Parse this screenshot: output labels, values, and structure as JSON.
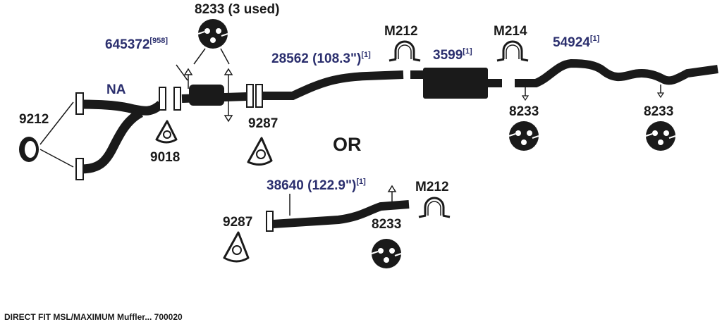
{
  "labels": {
    "hanger_top": "8233 (3 used)",
    "converter_part": "645372",
    "converter_sup": "[958]",
    "na": "NA",
    "y_flange_gasket": "9212",
    "gasket_9018": "9018",
    "gasket_9287_top": "9287",
    "intermediate_pipe": "28562 (108.3\")",
    "intermediate_sup": "[1]",
    "clamp_m212_top": "M212",
    "muffler_part": "3599",
    "muffler_sup": "[1]",
    "clamp_m214": "M214",
    "tailpipe_part": "54924",
    "tailpipe_sup": "[1]",
    "hanger_mid": "8233",
    "hanger_right": "8233",
    "or": "OR",
    "alt_pipe": "38640 (122.9\")",
    "alt_pipe_sup": "[1]",
    "clamp_m212_bottom": "M212",
    "gasket_9287_bottom": "9287",
    "hanger_bottom": "8233"
  },
  "caption": "DIRECT FIT MSL/MAXIMUM Muffler... 700020",
  "colors": {
    "part": "#1a1a1a",
    "part_number_blue": "#2b2f6e",
    "background": "#ffffff"
  }
}
